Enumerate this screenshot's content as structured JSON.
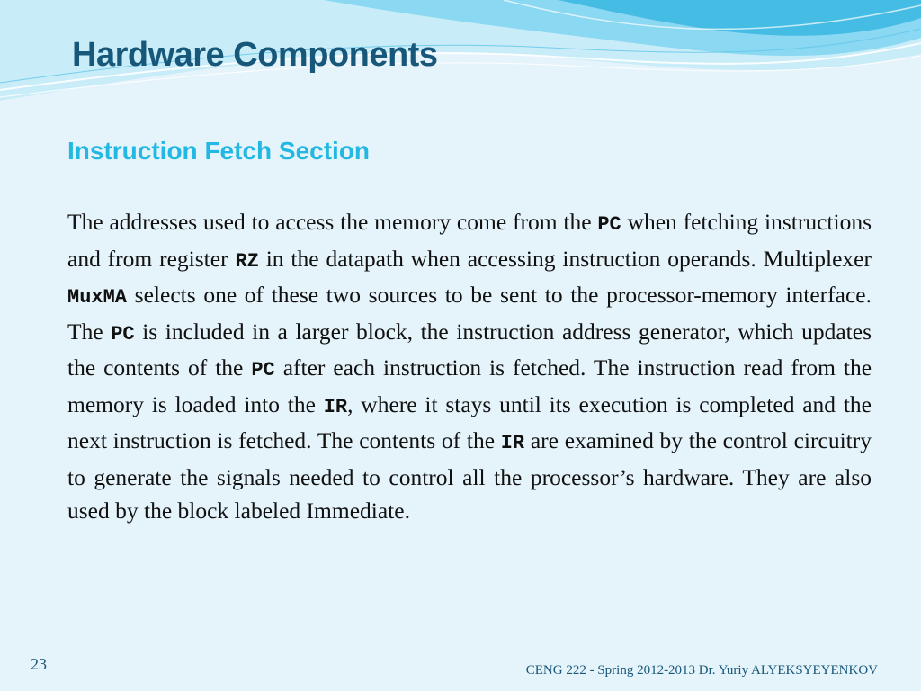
{
  "slide": {
    "title": "Hardware Components",
    "subtitle": "Instruction Fetch Section",
    "body": [
      {
        "t": "The addresses used to access the memory come from the "
      },
      {
        "t": "PC",
        "code": true
      },
      {
        "t": " when fetching instructions and from register "
      },
      {
        "t": "RZ",
        "code": true
      },
      {
        "t": " in the datapath when accessing instruction operands. Multiplexer "
      },
      {
        "t": "MuxMA",
        "code": true
      },
      {
        "t": " selects one of these two sources to be sent to the processor-memory interface. The "
      },
      {
        "t": "PC",
        "code": true
      },
      {
        "t": " is included in a larger block, the instruction address generator, which updates the contents of the "
      },
      {
        "t": "PC",
        "code": true
      },
      {
        "t": " after each instruction is fetched. The instruction read from the memory is loaded into the "
      },
      {
        "t": "IR",
        "code": true
      },
      {
        "t": ", where it stays until its execution is completed and the next instruction is fetched. The contents of the "
      },
      {
        "t": "IR",
        "code": true
      },
      {
        "t": " are examined by the control circuitry to generate the signals needed to control all the processor’s hardware. They are also used by the block labeled Immediate."
      }
    ],
    "page_number": "23",
    "footer": "CENG 222 - Spring 2012-2013   Dr. Yuriy ALYEKSYEYENKOV"
  },
  "colors": {
    "background": "#e5f3fa",
    "title": "#17577a",
    "subtitle": "#22b8e3",
    "wave_light": "#bfe8f6",
    "wave_mid": "#7fd3ef",
    "wave_dark": "#3bb6e0"
  }
}
